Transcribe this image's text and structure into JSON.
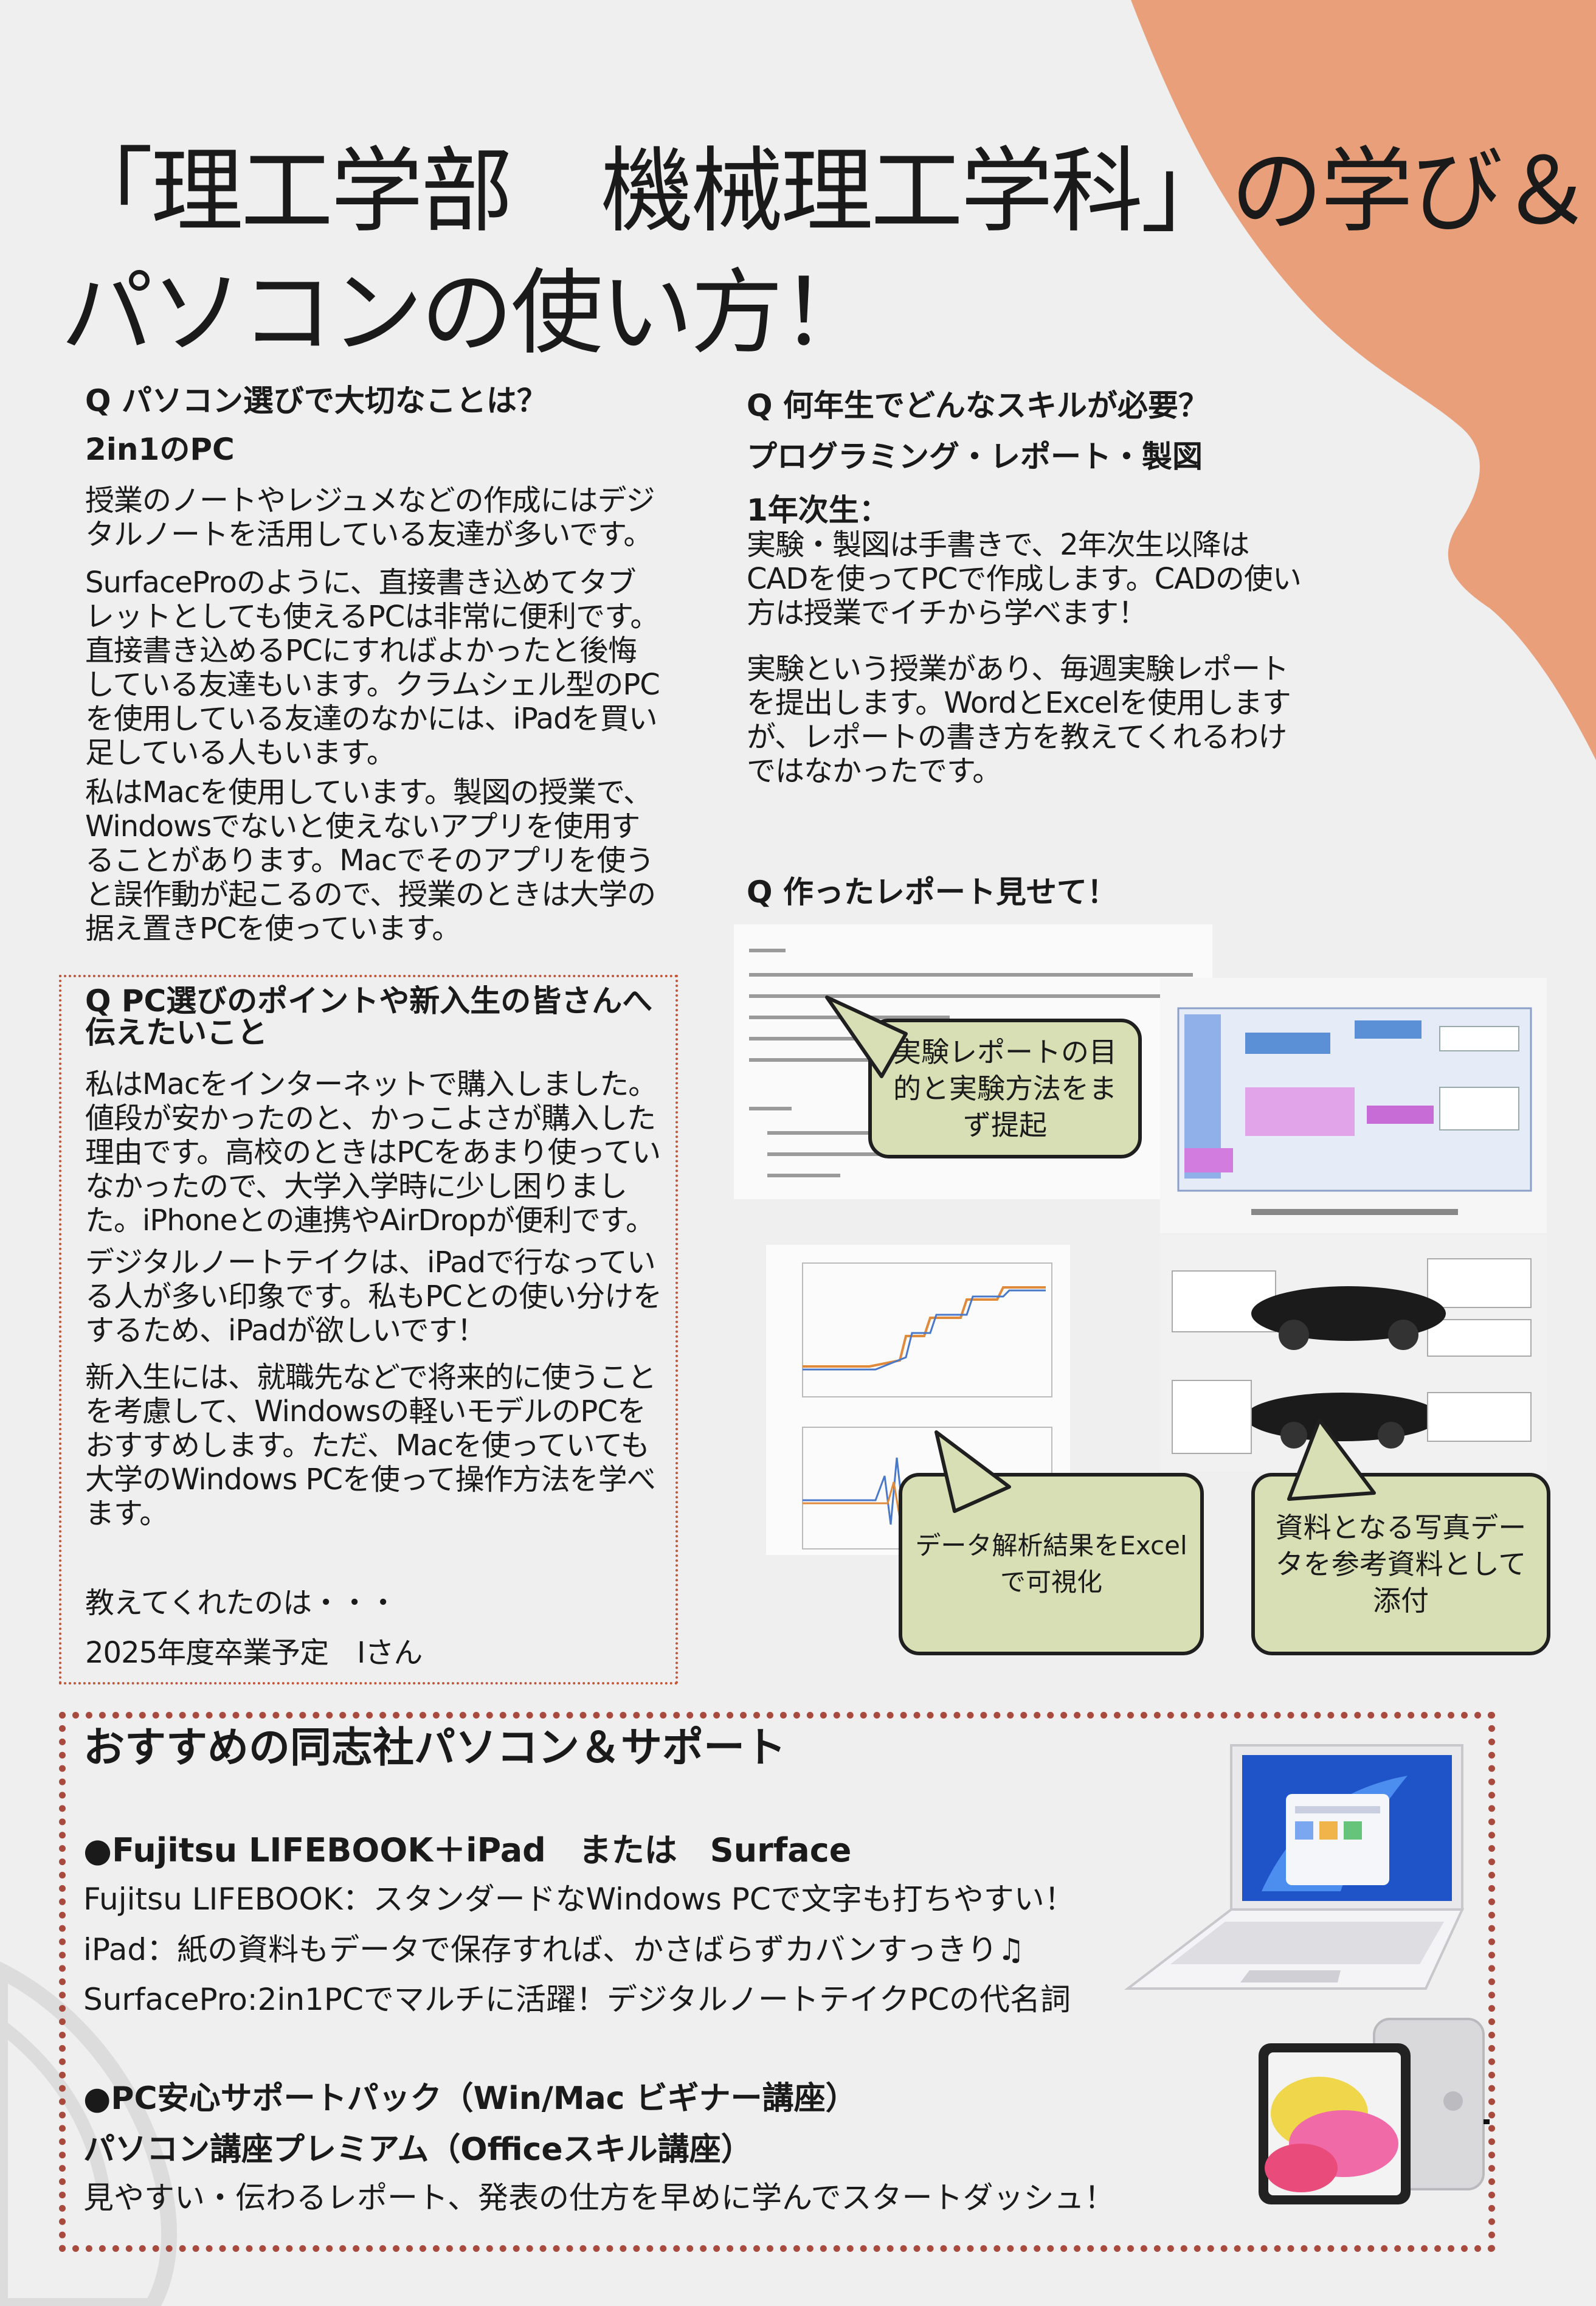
{
  "title": {
    "line1": "「理工学部　機械理工学科」の学び＆",
    "line2": "パソコンの使い方！"
  },
  "left": {
    "q1": "Q パソコン選びで大切なことは？",
    "a1_head": "2in1のPC",
    "a1_paragraphs": [
      "授業のノートやレジュメなどの作成にはデジタルノートを活用している友達が多いです。",
      "SurfaceProのように、直接書き込めてタブレットとしても使えるPCは非常に便利です。直接書き込めるPCにすればよかったと後悔している友達もいます。クラムシェル型のPCを使用している友達のなかには、iPadを買い足している人もいます。",
      "私はMacを使用しています。製図の授業で、Windowsでないと使えないアプリを使用することがあります。Macでそのアプリを使うと誤作動が起こるので、授業のときは大学の据え置きPCを使っています。"
    ]
  },
  "box": {
    "q": "Q PC選びのポイントや新入生の皆さんへ伝えたいこと",
    "paragraphs": [
      "私はMacをインターネットで購入しました。値段が安かったのと、かっこよさが購入した理由です。高校のときはPCをあまり使っていなかったので、大学入学時に少し困りました。iPhoneとの連携やAirDropが便利です。",
      "デジタルノートテイクは、iPadで行なっている人が多い印象です。私もPCとの使い分けをするため、iPadが欲しいです！",
      "新入生には、就職先などで将来的に使うことを考慮して、Windowsの軽いモデルのPCをおすすめします。ただ、Macを使っていても大学のWindows PCを使って操作方法を学べます。"
    ],
    "credit1": "教えてくれたのは・・・",
    "credit2": "2025年度卒業予定　Iさん"
  },
  "right": {
    "q2": "Q 何年生でどんなスキルが必要？",
    "a2_head": "プログラミング・レポート・製図",
    "year_head": "1年次生：",
    "a2_paragraphs": [
      "実験・製図は手書きで、2年次生以降はCADを使ってPCで作成します。CADの使い方は授業でイチから学べます！",
      "実験という授業があり、毎週実験レポートを提出します。WordとExcelを使用しますが、レポートの書き方を教えてくれるわけではなかったです。"
    ],
    "q3": "Q 作ったレポート見せて！"
  },
  "bubbles": {
    "b1": "実験レポートの目的と実験方法をまず提起",
    "b2": "データ解析結果をExcelで可視化",
    "b3": "資料となる写真データを参考資料として添付"
  },
  "recommend": {
    "heading": "おすすめの同志社パソコン＆サポート",
    "item1": "●Fujitsu LIFEBOOK＋iPad　または　Surface",
    "line1": "Fujitsu LIFEBOOK：スタンダードなWindows PCで文字も打ちやすい！",
    "line2": "iPad：紙の資料もデータで保存すれば、かさばらずカバンすっきり♫",
    "line3": "SurfacePro:2in1PCでマルチに活躍！デジタルノートテイクPCの代名詞",
    "item2a": "●PC安心サポートパック（Win/Mac ビギナー講座）",
    "item2b": "パソコン講座プレミアム（Officeスキル講座）",
    "line4": "見やすい・伝わるレポート、発表の仕方を早めに学んでスタートダッシュ！"
  },
  "colors": {
    "accent": "#e9a07a",
    "bubble": "#d8dfb5",
    "border": "#a84a3d"
  }
}
